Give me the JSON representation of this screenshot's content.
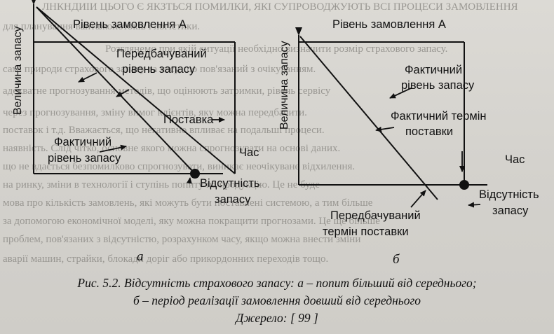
{
  "background_text": [
    "ЛНКНДИІИ ЦЬОГО Є ЯКЗТЬСЯ ПОМИЛКИ, ЯКІ СУПРОВОДЖУЮТЬ ВСІ ПРОЦЕСИ ЗАМОВЛЕННЯ",
    "для планування вантажопотоків і логістики.",
    "Розглянемо при якій ситуації необхідно визначити розмір страхового запасу.",
    "самі природи страхового запасу та часу, що пов'язаний з очікуванням.",
    "адекватне прогнозування методів, що оцінюють затримки, рівень сервісу",
    "через прогнозування, зміну вимог клієнтів, яку можна передбачити.",
    "поставок і т.д. Вважається, що негативно впливає на подальші процеси.",
    "наявність. Слід чітко, основне якого можна спрогнозувати на основі даних.",
    "що не вдається безпомилково спрогнозувати, виникає неочікуване відхилення.",
    "на ринку, зміни в технології і ступінь попиту на продукцію. Це не буде",
    "мова про кількість замовлень, які можуть бути поставлені системою, а тим більше",
    "за допомогою економічної моделі, яку можна покращити прогнозами. Це ще більше",
    "проблем, пов'язаних з відсутністю, розрахунком часу, якщо можна внести зміни",
    "аварії машин, страйки, блокади доріг або прикордонних переходів тощо."
  ],
  "panel_a": {
    "y_axis_label": "Величина запасу",
    "x_axis_label": "Час",
    "reorder_level": "Рівень замовлення А",
    "forecast_level": [
      "Передбачуваний",
      "рівень запасу"
    ],
    "delivery": "Поставка",
    "actual_level": [
      "Фактичний",
      "рівень запасу"
    ],
    "stockout": [
      "Відсутність",
      "запасу"
    ],
    "letter": "а"
  },
  "panel_b": {
    "y_axis_label": "Величина запасу",
    "x_axis_label": "Час",
    "reorder_level": "Рівень замовлення А",
    "actual_level": [
      "Фактичний",
      "рівень запасу"
    ],
    "actual_lead_time": [
      "Фактичний термін",
      "поставки"
    ],
    "forecast_lead_time": [
      "Передбачуваний",
      "термін поставки"
    ],
    "stockout": [
      "Відсутність",
      "запасу"
    ],
    "letter": "б"
  },
  "caption": {
    "line1_prefix": "Рис. 5.2.",
    "line1_text": "Відсутність страхового запасу: а – попит більший від середнього;",
    "line2": "б – період реалізації замовлення довший від середнього",
    "line3": "Джерело: [ 99 ]"
  },
  "colors": {
    "ink": "#111111",
    "paper": "#d6d4cf",
    "faded_text": "#8f8d88"
  }
}
